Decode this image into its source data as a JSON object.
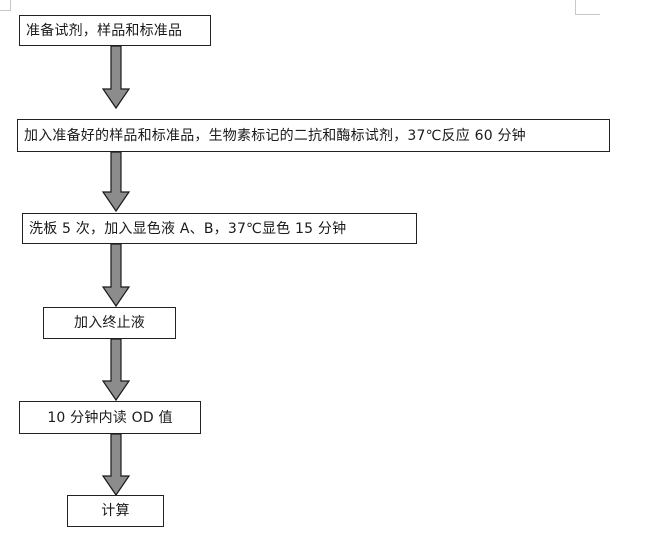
{
  "diagram": {
    "steps": [
      {
        "label": "准备试剂，样品和标准品"
      },
      {
        "label": "加入准备好的样品和标准品，生物素标记的二抗和酶标试剂，37℃反应 60 分钟"
      },
      {
        "label": "洗板 5 次，加入显色液 A、B，37℃显色 15 分钟"
      },
      {
        "label": "加入终止液"
      },
      {
        "label": "10 分钟内读 OD 值"
      },
      {
        "label": "计算"
      }
    ],
    "colors": {
      "arrow_fill": "#8c8c8c",
      "arrow_stroke": "#1a1a1a",
      "box_border": "#222222"
    }
  }
}
